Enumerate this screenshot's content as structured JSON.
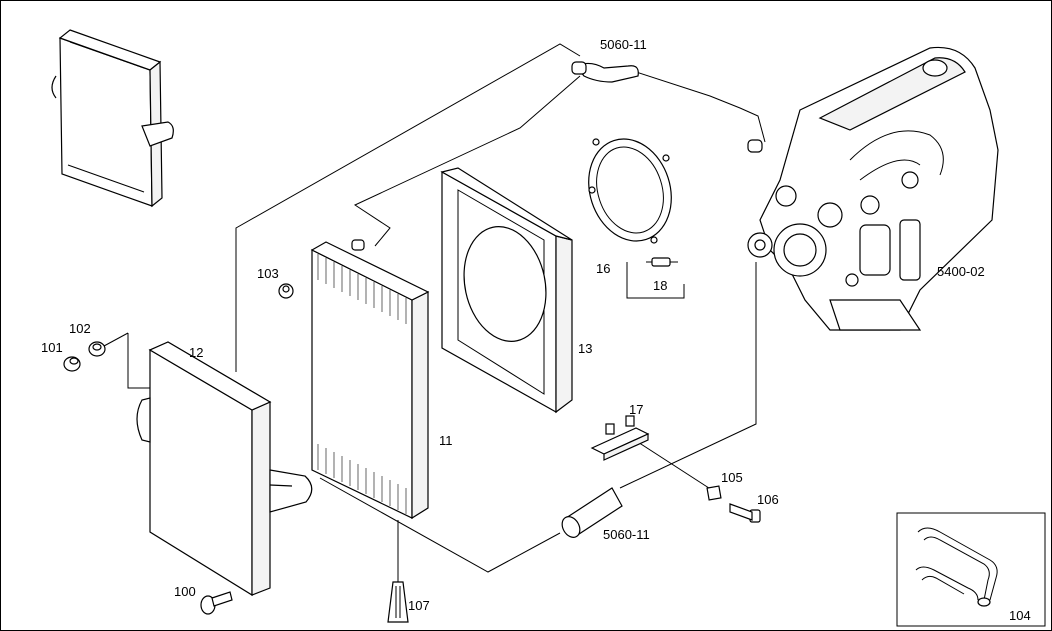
{
  "labels": {
    "l_5060_11_top": "5060-11",
    "l_5060_11_bottom": "5060-11",
    "l_5400_02": "5400-02",
    "l_11": "11",
    "l_12": "12",
    "l_13": "13",
    "l_16": "16",
    "l_17": "17",
    "l_18": "18",
    "l_100": "100",
    "l_101": "101",
    "l_102": "102",
    "l_103": "103",
    "l_104": "104",
    "l_105": "105",
    "l_106": "106",
    "l_107": "107"
  }
}
